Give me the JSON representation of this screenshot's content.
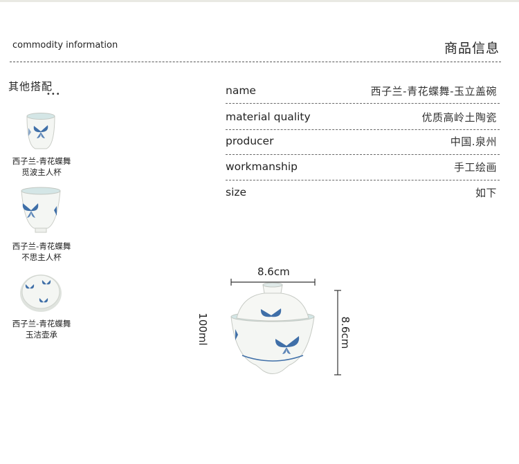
{
  "header": {
    "title_en": "commodity information",
    "title_cn": "商品信息"
  },
  "sidebar": {
    "title": "其他搭配",
    "dots": "•••",
    "items": [
      {
        "line1": "西子兰-青花蝶舞",
        "line2": "觅波主人杯",
        "icon": "butterfly-cup-icon"
      },
      {
        "line1": "西子兰-青花蝶舞",
        "line2": "不思主人杯",
        "icon": "butterfly-footed-cup-icon"
      },
      {
        "line1": "西子兰-青花蝶舞",
        "line2": "玉洁壶承",
        "icon": "butterfly-saucer-icon"
      }
    ]
  },
  "specs": [
    {
      "key": "name",
      "value": "西子兰-青花蝶舞-玉立盖碗"
    },
    {
      "key": "material quality",
      "value": "优质高岭土陶瓷"
    },
    {
      "key": "producer",
      "value": "中国.泉州"
    },
    {
      "key": "workmanship",
      "value": "手工绘画"
    },
    {
      "key": "size",
      "value": "如下"
    }
  ],
  "dimensions": {
    "width": "8.6cm",
    "height": "8.6cm",
    "capacity": "100ml"
  },
  "colors": {
    "porcelain": "#f4f6f3",
    "cobalt": "#3f6fa8",
    "rim": "#cfe3e4",
    "text": "#222222"
  }
}
